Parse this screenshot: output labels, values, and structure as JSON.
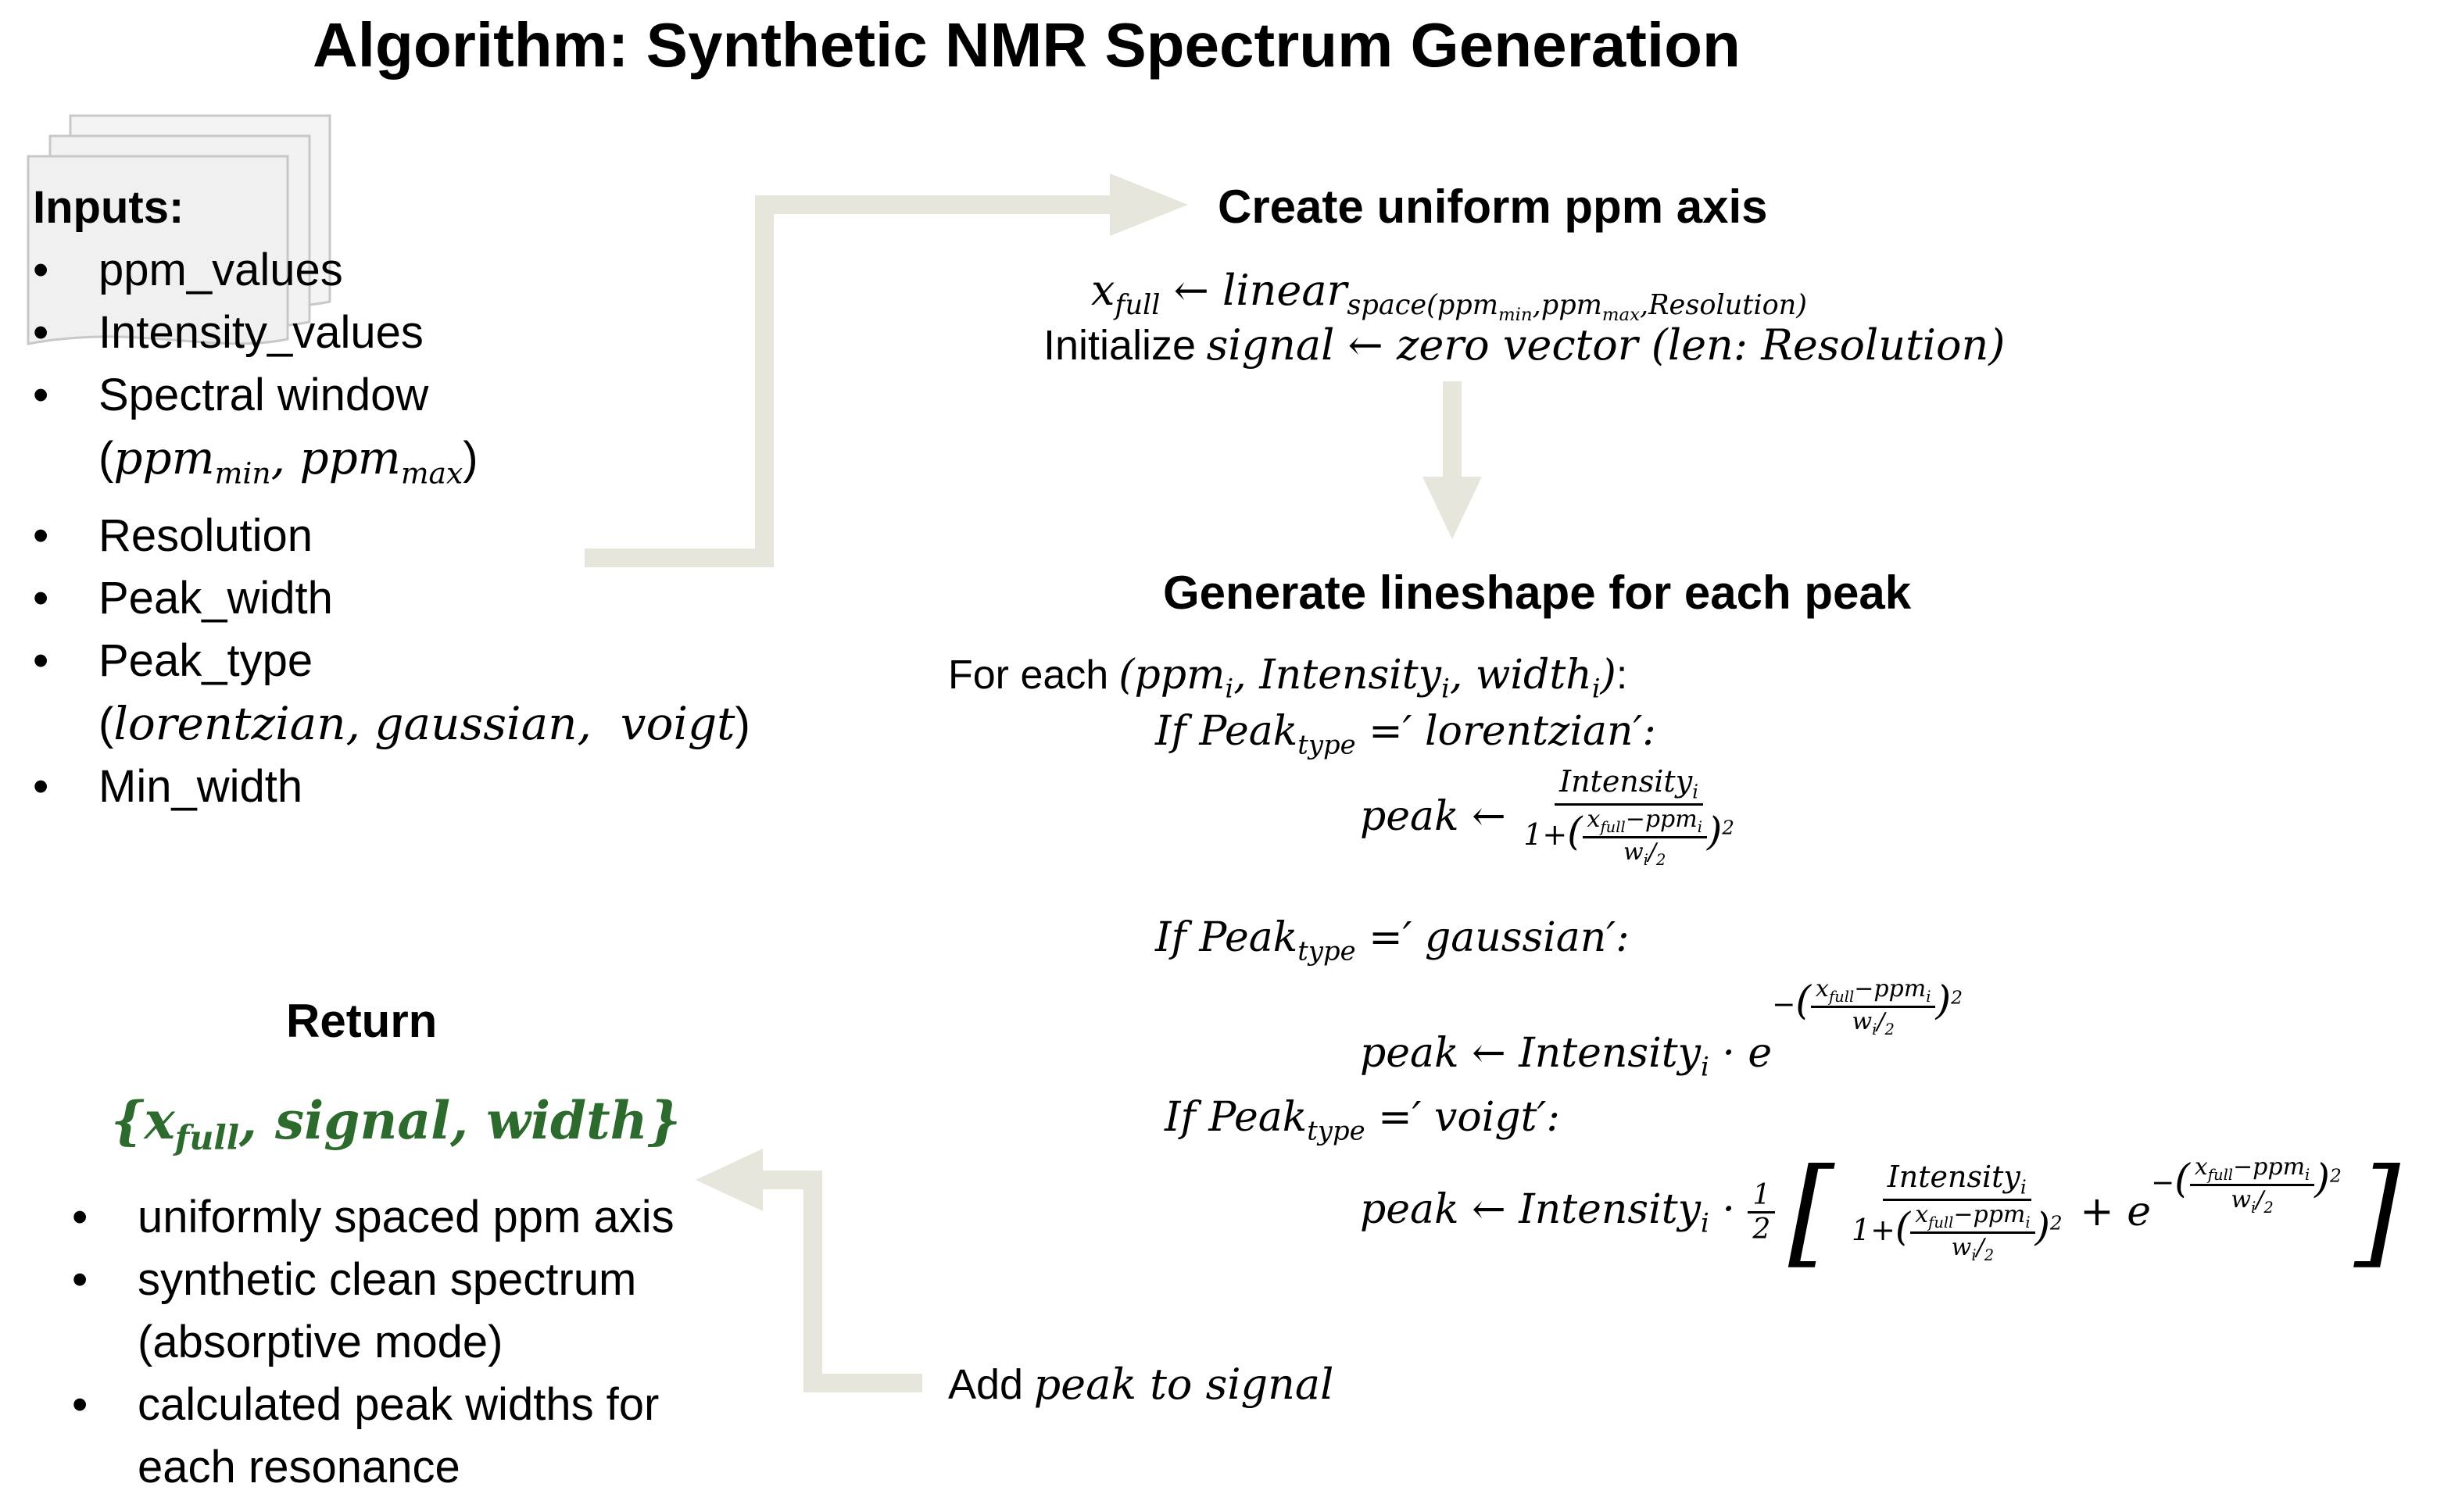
{
  "title": "Algorithm: Synthetic NMR Spectrum Generation",
  "colors": {
    "arrow": "#e6e6dc",
    "return_set": "#2d6a2d",
    "doc_fill": "#f2f2f2",
    "doc_stroke": "#c8c8c8"
  },
  "icons": {
    "documents": "stacked-documents-icon"
  },
  "inputs": {
    "heading": "Inputs:",
    "items": {
      "ppm_values": "ppm_values",
      "intensity_values": "Intensity_values",
      "spectral_window": "Spectral window",
      "spectral_window_args": "(ppm_min, ppm_max)",
      "resolution": "Resolution",
      "peak_width": "Peak_width",
      "peak_type": "Peak_type",
      "peak_type_args": "(lorentzian, gaussian, voigt)",
      "min_width": "Min_width"
    }
  },
  "create": {
    "heading": "Create uniform ppm axis",
    "axis_eq": "x_full ← linear_space(ppm_min, ppm_max, Resolution)",
    "init_label": "Initialize",
    "init_eq": "signal ← zero vector (len: Resolution)"
  },
  "generate": {
    "heading": "Generate lineshape for each peak",
    "for_label": "For each",
    "for_args": "(ppm_i, Intensity_i, width_i):",
    "if_lorentzian": "If Peak_type =' lorentzian':",
    "if_gaussian": "If Peak_type =' gaussian':",
    "if_voigt": "If Peak_type =' voigt':",
    "lorentz_eq": "peak ← Intensity_i / (1 + ((x_full − ppm_i) / (w_i/2))^2)",
    "gauss_eq": "peak ← Intensity_i · e^(−((x_full − ppm_i) / (w_i/2))^2)",
    "voigt_eq": "peak ← Intensity_i · 1/2 [ Intensity_i / (1 + ((x_full − ppm_i) / (w_i/2))^2) + e^(−((x_full − ppm_i) / (w_i/2))^2) ]"
  },
  "add": {
    "label": "Add",
    "expr": "peak to signal"
  },
  "return": {
    "heading": "Return",
    "set": "{x_full, signal, width}",
    "items": {
      "axis": "uniformly spaced ppm axis",
      "spectrum": "synthetic clean spectrum",
      "spectrum_mode": "(absorptive mode)",
      "widths": "calculated peak widths for",
      "widths_cont": "each resonance"
    }
  }
}
